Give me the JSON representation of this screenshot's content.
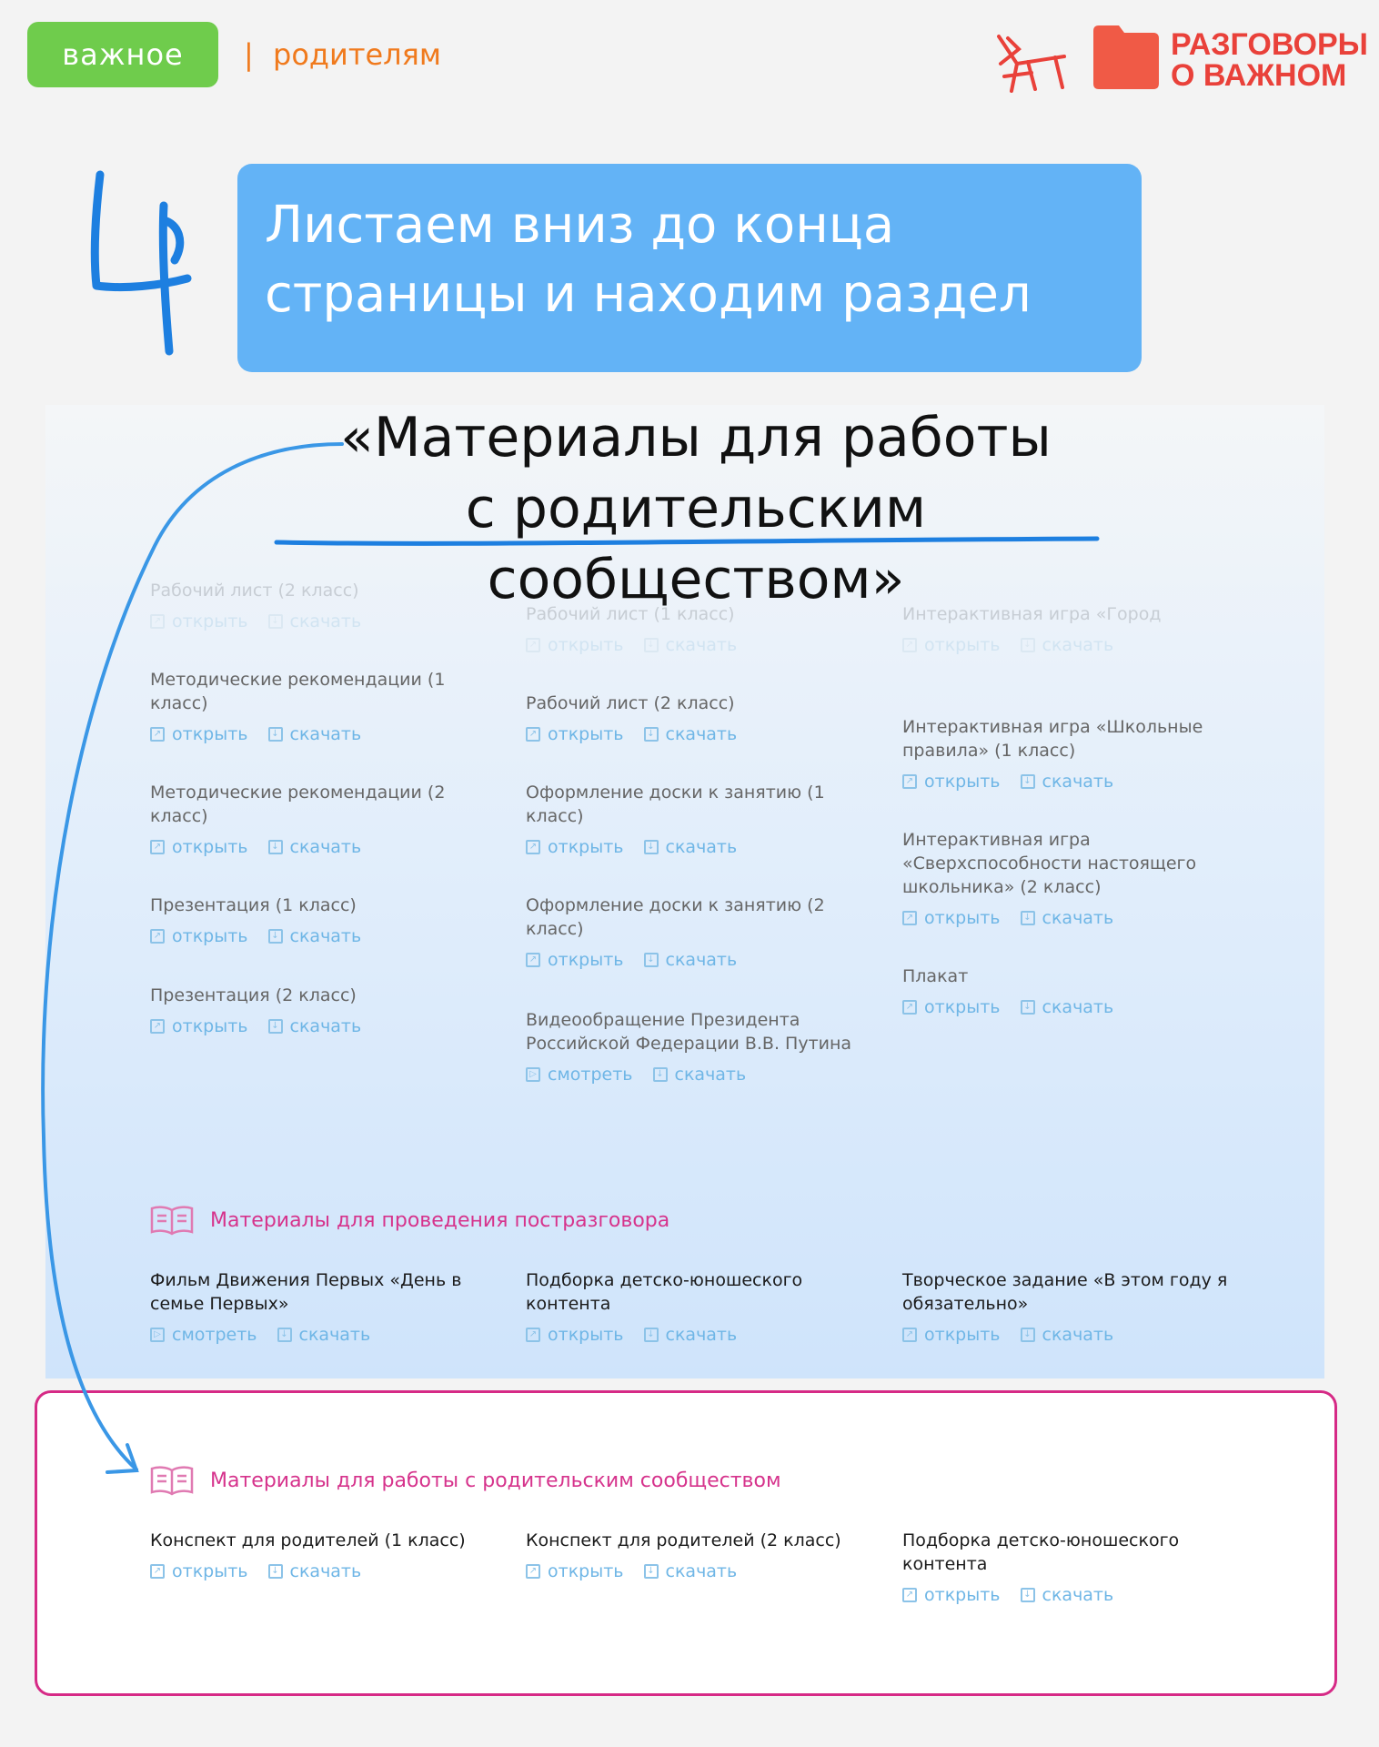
{
  "header": {
    "tag_label": "важное",
    "separator": "|",
    "tag_link": "родителям",
    "logo_line1": "РАЗГОВОРЫ",
    "logo_line2": "О ВАЖНОМ"
  },
  "step": {
    "number": "4",
    "text_line1": "Листаем вниз до конца",
    "text_line2": "страницы и находим раздел"
  },
  "section_title": {
    "line1": "«Материалы для работы",
    "line2": "с родительским сообществом»"
  },
  "link_labels": {
    "open": "открыть",
    "download": "скачать",
    "watch": "смотреть"
  },
  "faded_items": {
    "col1": "Рабочий лист (2 класс)",
    "col2": "Рабочий лист (1 класс)",
    "col3": "Интерактивная игра «Город"
  },
  "columns": {
    "col1": [
      {
        "title": "Методические рекомендации (1 класс)"
      },
      {
        "title": "Методические рекомендации (2 класс)"
      },
      {
        "title": "Презентация (1 класс)"
      },
      {
        "title": "Презентация (2 класс)"
      }
    ],
    "col2": [
      {
        "title": "Рабочий лист (2 класс)"
      },
      {
        "title": "Оформление доски к занятию (1 класс)"
      },
      {
        "title": "Оформление доски к занятию (2 класс)"
      },
      {
        "title": "Видеообращение Президента Российской Федерации В.В. Путина"
      }
    ],
    "col3": [
      {
        "title": "Интерактивная игра «Школьные правила» (1 класс)"
      },
      {
        "title": "Интерактивная игра «Сверхспособности настоящего школьника» (2 класс)"
      },
      {
        "title": "Плакат"
      }
    ]
  },
  "post_section": {
    "heading": "Материалы для проведения постразговора",
    "items": [
      {
        "title": "Фильм Движения Первых «День в семье Первых»"
      },
      {
        "title": "Подборка детско-юношеского контента"
      },
      {
        "title": "Творческое задание «В этом году я обязательно»"
      }
    ]
  },
  "parents_section": {
    "heading": "Материалы для работы с родительским сообществом",
    "items": [
      {
        "title": "Конспект для родителей (1 класс)"
      },
      {
        "title": "Конспект для родителей (2 класс)"
      },
      {
        "title": "Подборка детско-юношеского контента"
      }
    ]
  },
  "colors": {
    "tag_green": "#6fcc4c",
    "orange": "#f07a1d",
    "logo_red": "#e9413a",
    "step_blue": "#63b3f6",
    "accent_pink": "#d6338c",
    "link_blue": "#6fb6e6"
  }
}
